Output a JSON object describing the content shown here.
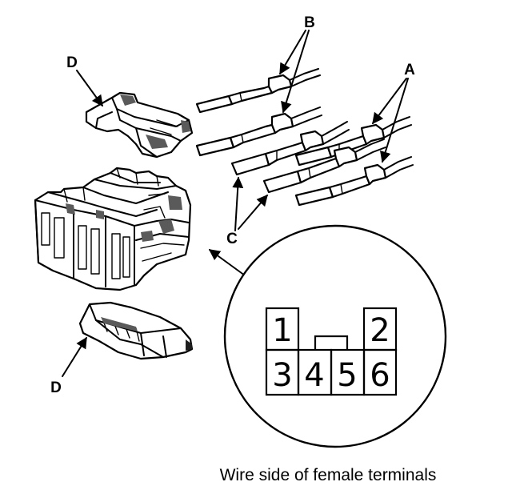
{
  "callouts": {
    "a": "A",
    "b": "B",
    "c": "C",
    "d_top": "D",
    "d_bottom": "D"
  },
  "pinout": {
    "pins": [
      "1",
      "2",
      "3",
      "4",
      "5",
      "6"
    ]
  },
  "caption": "Wire side of female terminals"
}
